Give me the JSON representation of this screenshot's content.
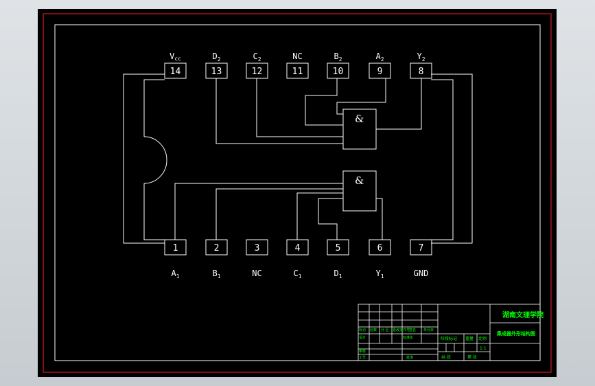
{
  "colors": {
    "background": "#000000",
    "border_red": "#ff2020",
    "lines": "#ffffff",
    "titleblock_text": "#00ff00"
  },
  "chip": {
    "top_pins": [
      {
        "num": "14",
        "label": "Vcc"
      },
      {
        "num": "13",
        "label": "D2"
      },
      {
        "num": "12",
        "label": "C2"
      },
      {
        "num": "11",
        "label": "NC"
      },
      {
        "num": "10",
        "label": "B2"
      },
      {
        "num": "9",
        "label": "A2"
      },
      {
        "num": "8",
        "label": "Y2"
      }
    ],
    "bottom_pins": [
      {
        "num": "1",
        "label": "A1"
      },
      {
        "num": "2",
        "label": "B1"
      },
      {
        "num": "3",
        "label": "NC"
      },
      {
        "num": "4",
        "label": "C1"
      },
      {
        "num": "5",
        "label": "D1"
      },
      {
        "num": "6",
        "label": "Y1"
      },
      {
        "num": "7",
        "label": "GND"
      }
    ],
    "gate_symbol": "&"
  },
  "title_block": {
    "school": "湖南文理学院",
    "drawing_title": "集成器外形结构图",
    "row_labels": {
      "mark": "标记",
      "count": "处数",
      "zone": "分 区",
      "doc_no": "更改文件号",
      "sign": "签名",
      "date": "年月日",
      "design": "设计",
      "review": "审核",
      "process": "工艺",
      "standard": "标准化",
      "approve": "批准",
      "stage_mark": "阶段标记",
      "weight": "重量",
      "scale": "比例",
      "scale_value": "1:1",
      "sheets_total": "共 张",
      "sheet_no": "第 张"
    }
  }
}
